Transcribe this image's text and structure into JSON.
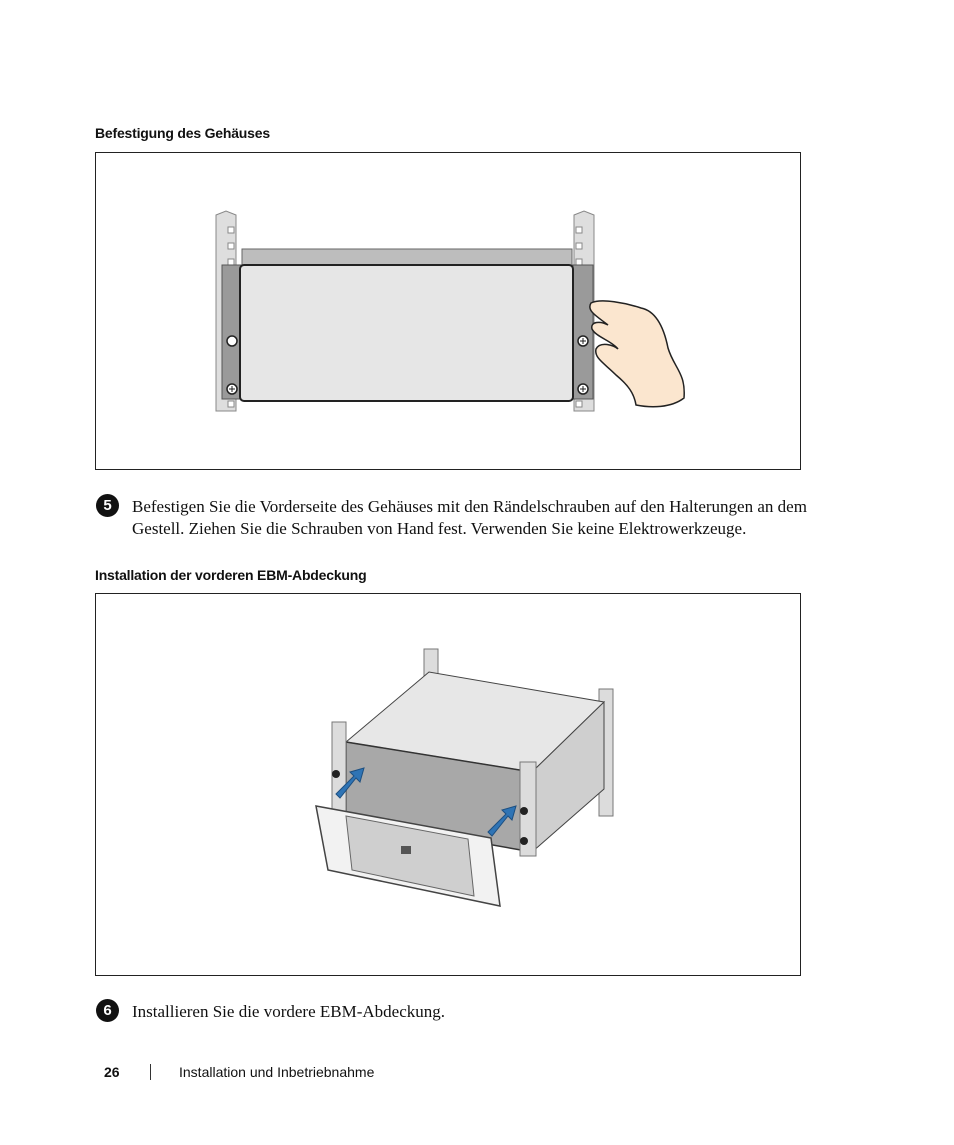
{
  "sections": [
    {
      "heading": "Befestigung des Gehäuses",
      "step_number": "5",
      "step_text": "Befestigen Sie die Vorderseite des Gehäuses mit den Rändelschrauben auf den Halterungen an dem Gestell. Ziehen Sie die Schrauben von Hand fest. Verwenden Sie keine Elektrowerkzeuge."
    },
    {
      "heading": "Installation der vorderen EBM-Abdeckung",
      "step_number": "6",
      "step_text": "Installieren Sie die vordere EBM-Abdeckung."
    }
  ],
  "footer": {
    "page_number": "26",
    "chapter": "Installation und Inbetriebnahme"
  },
  "colors": {
    "rail": "#d9d9d9",
    "panel": "#e6e6e6",
    "arrow": "#2f74b5",
    "hand": "#fbe6cf"
  }
}
